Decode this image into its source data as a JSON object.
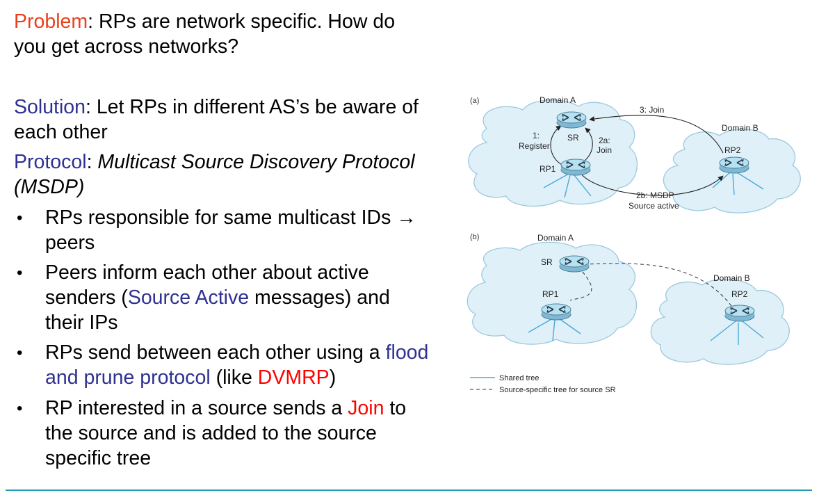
{
  "problem": {
    "label": "Problem",
    "line1": ": RPs are network specific.  How do",
    "line2": "you get across networks?"
  },
  "solution": {
    "label": "Solution",
    "line1": ": Let RPs in different AS’s be aware of",
    "line2": "each other"
  },
  "protocol": {
    "label": "Protocol",
    "sep": ": ",
    "line1": "Multicast Source Discovery Protocol",
    "line2": "(MSDP)"
  },
  "bullets": [
    {
      "marker": "•",
      "l1": "RPs responsible for same multicast IDs →",
      "l2": "peers"
    },
    {
      "marker": "•",
      "l1": "Peers inform each other about active",
      "l2a": "senders (",
      "l2hl": "Source Active",
      "l2b": " messages) and",
      "l3": "their IPs"
    },
    {
      "marker": "•",
      "l1a": "RPs send between each other using a ",
      "l1hl": "flood",
      "l2hl": "and prune protocol",
      "l2b": " (like ",
      "l2red": "DVMRP",
      "l2c": ")"
    },
    {
      "marker": "•",
      "l1a": "RP interested in a source sends a ",
      "l1red": "Join",
      "l1b": " to",
      "l2": "the source and is added to the source",
      "l3": "specific tree"
    }
  ],
  "diagram": {
    "a": {
      "tag": "(a)",
      "domain_a": "Domain A",
      "domain_b": "Domain B",
      "sr": "SR",
      "rp1": "RP1",
      "rp2": "RP2",
      "step1_a": "1:",
      "step1_b": "Register",
      "step2a_a": "2a:",
      "step2a_b": "Join",
      "step3": "3: Join",
      "step2b_a": "2b: MSDP",
      "step2b_b": "Source active"
    },
    "b": {
      "tag": "(b)",
      "domain_a": "Domain A",
      "domain_b": "Domain B",
      "sr": "SR",
      "rp1": "RP1",
      "rp2": "RP2"
    },
    "legend": {
      "shared": "Shared tree",
      "source": "Source-specific tree for source SR"
    },
    "colors": {
      "cloud": "#dbeef8",
      "router": "#a9d6ea",
      "tree": "#4aa8d8"
    }
  }
}
